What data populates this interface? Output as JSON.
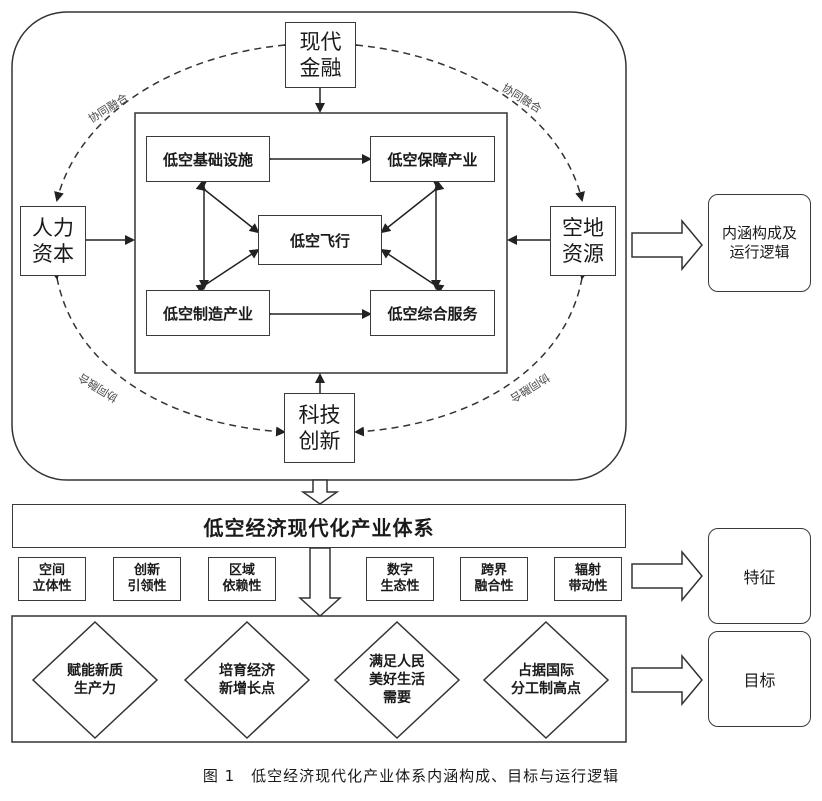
{
  "top": {
    "finance": [
      "现代",
      "金融"
    ],
    "tech": [
      "科技",
      "创新"
    ],
    "human": [
      "人力",
      "资本"
    ],
    "land": [
      "空地",
      "资源"
    ]
  },
  "core": {
    "infrastructure": "低空基础设施",
    "guarantee": "低空保障产业",
    "flight": "低空飞行",
    "manufacturing": "低空制造产业",
    "service": "低空综合服务"
  },
  "arc_label": "协同融合",
  "side": {
    "logic": [
      "内涵构成及",
      "运行逻辑"
    ],
    "features": "特征",
    "goals": "目标"
  },
  "system_title": "低空经济现代化产业体系",
  "features": [
    [
      "空间",
      "立体性"
    ],
    [
      "创新",
      "引领性"
    ],
    [
      "区域",
      "依赖性"
    ],
    [
      "数字",
      "生态性"
    ],
    [
      "跨界",
      "融合性"
    ],
    [
      "辐射",
      "带动性"
    ]
  ],
  "goals": [
    [
      "赋能新质",
      "生产力"
    ],
    [
      "培育经济",
      "新增长点"
    ],
    [
      "满足人民",
      "美好生活",
      "需要"
    ],
    [
      "占据国际",
      "分工制高点"
    ]
  ],
  "caption": "图 1　低空经济现代化产业体系内涵构成、目标与运行逻辑"
}
